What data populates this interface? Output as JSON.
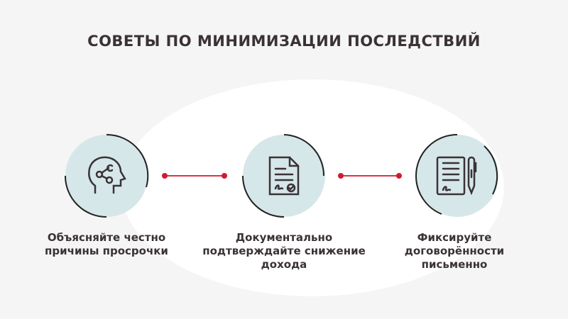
{
  "title": "СОВЕТЫ ПО МИНИМИЗАЦИИ ПОСЛЕДСТВИЙ",
  "steps": [
    {
      "label": "Объясняйте честно причины просрочки",
      "icon": "head-share-icon"
    },
    {
      "label": "Документально подтверждайте снижение дохода",
      "icon": "document-check-icon"
    },
    {
      "label": "Фиксируйте договорённости письменно",
      "icon": "document-pen-icon"
    }
  ],
  "colors": {
    "accent": "#d11a2f",
    "circle": "#d6e7e9",
    "text": "#3a3236"
  }
}
